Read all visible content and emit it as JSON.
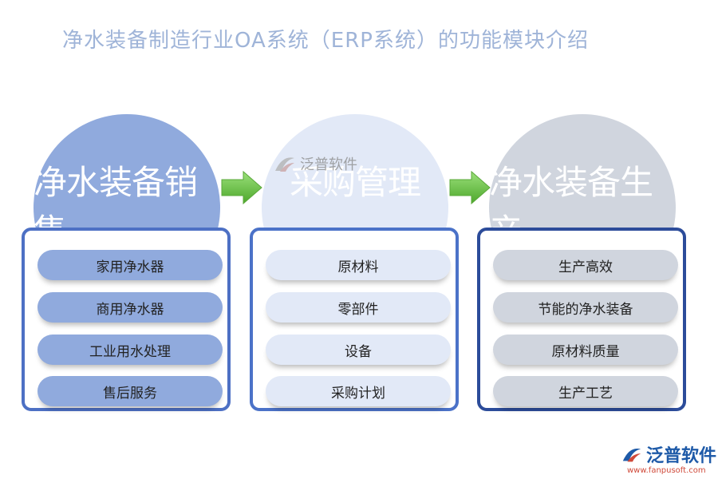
{
  "title": "净水装备制造行业OA系统（ERP系统）的功能模块介绍",
  "modules": [
    {
      "name": "净水装备销售",
      "items": [
        "家用净水器",
        "商用净水器",
        "工业用水处理",
        "售后服务"
      ]
    },
    {
      "name": "采购管理",
      "items": [
        "原材料",
        "零部件",
        "设备",
        "采购计划"
      ]
    },
    {
      "name": "净水装备生产",
      "items": [
        "生产高效",
        "节能的净水装备",
        "原材料质量",
        "生产工艺"
      ]
    }
  ],
  "watermark": {
    "text": "泛普软件"
  },
  "logo": {
    "text": "泛普软件",
    "url": "www.fanpusoft.com"
  },
  "colors": {
    "module1": "#90aadd",
    "module2": "#e2e9f7",
    "module3": "#d0d5de",
    "arrow": "#6fc24a"
  }
}
